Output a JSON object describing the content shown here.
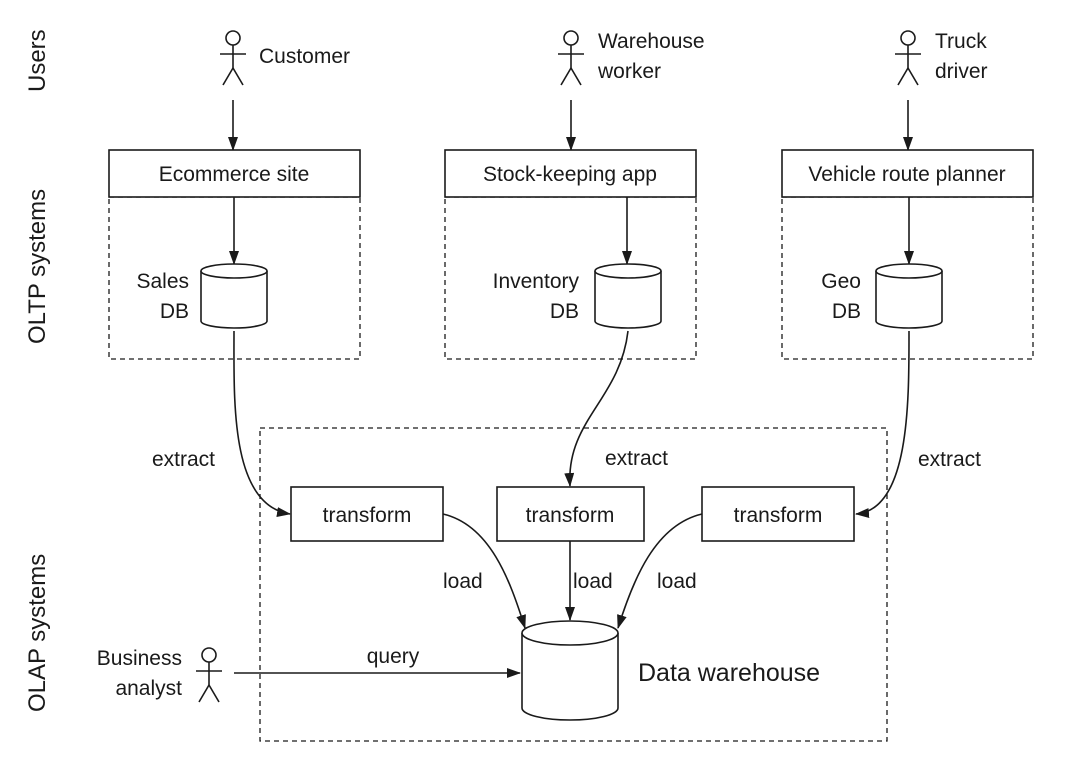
{
  "layers": {
    "users": "Users",
    "oltp": "OLTP systems",
    "olap": "OLAP systems"
  },
  "users": [
    {
      "id": "customer",
      "lines": [
        "Customer"
      ]
    },
    {
      "id": "warehouse-worker",
      "lines": [
        "Warehouse",
        "worker"
      ]
    },
    {
      "id": "truck-driver",
      "lines": [
        "Truck",
        "driver"
      ]
    }
  ],
  "apps": [
    {
      "id": "ecommerce",
      "label": "Ecommerce site"
    },
    {
      "id": "stock-keeping",
      "label": "Stock-keeping app"
    },
    {
      "id": "route-planner",
      "label": "Vehicle route planner"
    }
  ],
  "databases": [
    {
      "id": "sales",
      "lines": [
        "Sales",
        "DB"
      ]
    },
    {
      "id": "inventory",
      "lines": [
        "Inventory",
        "DB"
      ]
    },
    {
      "id": "geo",
      "lines": [
        "Geo",
        "DB"
      ]
    }
  ],
  "edges": {
    "extract": "extract",
    "transform": "transform",
    "load": "load",
    "query": "query"
  },
  "analyst": {
    "lines": [
      "Business",
      "analyst"
    ]
  },
  "warehouse": {
    "label": "Data warehouse"
  }
}
